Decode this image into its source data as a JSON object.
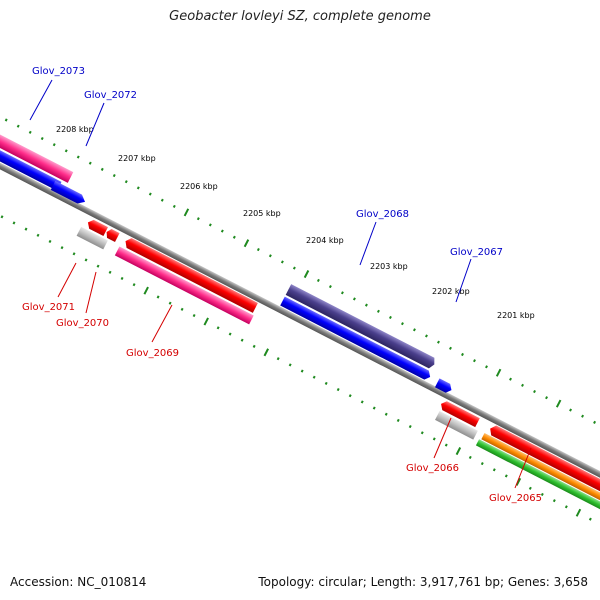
{
  "title": "Geobacter lovleyi SZ, complete genome",
  "footer": {
    "accession": "Accession: NC_010814",
    "topology": "Topology: circular; Length: 3,917,761 bp; Genes: 3,658"
  },
  "colors": {
    "forward_label": "#0000c8",
    "reverse_label": "#d40000",
    "backbone": "#7a7a7a",
    "tick": "#1f8a1f"
  },
  "kbp_ticks": [
    "2208 kbp",
    "2207 kbp",
    "2206 kbp",
    "2205 kbp",
    "2204 kbp",
    "2203 kbp",
    "2202 kbp",
    "2201 kbp"
  ],
  "gene_labels": {
    "forward": [
      "Glov_2073",
      "Glov_2072",
      "Glov_2068",
      "Glov_2067"
    ],
    "reverse": [
      "Glov_2071",
      "Glov_2070",
      "Glov_2069",
      "Glov_2066",
      "Glov_2065"
    ]
  }
}
